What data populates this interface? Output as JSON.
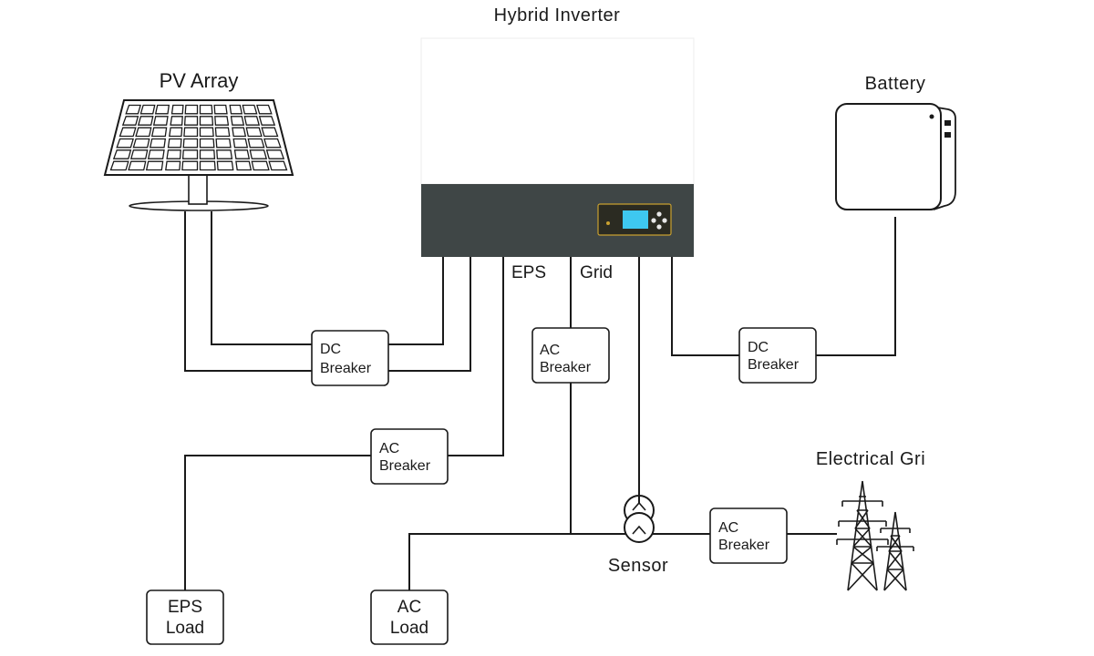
{
  "labels": {
    "inverter": "Hybrid Inverter",
    "pv": "PV Array",
    "battery": "Battery",
    "eps": "EPS",
    "grid": "Grid",
    "sensor": "Sensor",
    "electrical_grid": "Electrical Gri"
  },
  "breakers": {
    "dc_pv": [
      "DC",
      "Breaker"
    ],
    "dc_battery": [
      "DC",
      "Breaker"
    ],
    "ac_grid": [
      "AC",
      "Breaker"
    ],
    "ac_eps": [
      "AC",
      "Breaker"
    ],
    "ac_utility": [
      "AC",
      "Breaker"
    ]
  },
  "loads": {
    "eps_load": [
      "EPS",
      "Load"
    ],
    "ac_load": [
      "AC",
      "Load"
    ]
  },
  "colors": {
    "line": "#1a1a1a",
    "inverter_panel": "#3f4646",
    "lcd_bezel": "#2b2b22",
    "lcd_screen": "#3ec8f0",
    "lcd_trim": "#c8a030"
  }
}
